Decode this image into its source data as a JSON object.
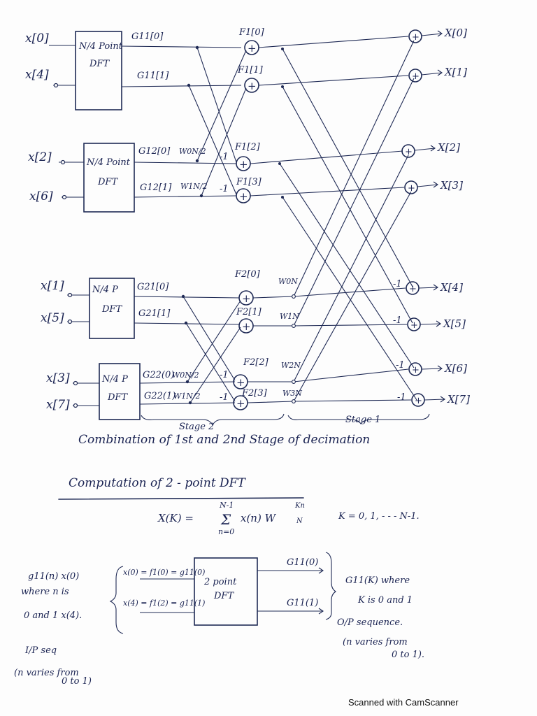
{
  "fft_diagram": {
    "inputs": [
      "x[0]",
      "x[4]",
      "x[2]",
      "x[6]",
      "x[1]",
      "x[5]",
      "x[3]",
      "x[7]"
    ],
    "dft_blocks": [
      {
        "line1": "N/4 Point",
        "line2": "DFT"
      },
      {
        "line1": "N/4 Point",
        "line2": "DFT"
      },
      {
        "line1": "N/4 P",
        "line2": "DFT"
      },
      {
        "line1": "N/4 P",
        "line2": "DFT"
      }
    ],
    "g_labels": [
      "G11[0]",
      "G11[1]",
      "G12[0]",
      "G12[1]",
      "G21[0]",
      "G21[1]",
      "G22(0)",
      "G22(1)"
    ],
    "stage2_twiddles": [
      "W0N/2",
      "W1N/2",
      "W0N/2",
      "W1N/2"
    ],
    "f_labels": [
      "F1[0]",
      "F1[1]",
      "F1[2]",
      "F1[3]",
      "F2[0]",
      "F2[1]",
      "F2[2]",
      "F2[3]"
    ],
    "stage1_twiddles": [
      "W0N",
      "W1N",
      "W2N",
      "W3N"
    ],
    "minus_one": "-1",
    "plus": "+",
    "outputs": [
      "X[0]",
      "X[1]",
      "X[2]",
      "X[3]",
      "X[4]",
      "X[5]",
      "X[6]",
      "X[7]"
    ],
    "stage2_label": "Stage 2",
    "stage1_label": "Stage 1",
    "caption": "Combination of 1st and 2nd Stage of decimation"
  },
  "two_point": {
    "title": "Computation of 2 - point DFT",
    "formula_lhs": "X(K) =",
    "sum_upper": "N-1",
    "sum_lower": "n=0",
    "sum_symbol": "Σ",
    "formula_term": "x(n) W",
    "exp_kn": "Kn",
    "sub_n": "N",
    "formula_range": "K = 0, 1, - - - N-1.",
    "left_note": [
      "g11(n)   x(0)",
      "where n is",
      "0 and 1  x(4).",
      "I/P seq",
      "(n varies from",
      "0 to 1)"
    ],
    "input_eq_top": "x(0) = f1(0) = g11(0)",
    "input_eq_bottom": "x(4) = f1(2) = g11(1)",
    "block_line1": "2 point",
    "block_line2": "DFT",
    "out_top": "G11(0)",
    "out_bottom": "G11(1)",
    "right_note": [
      "G11(K) where",
      "K is 0 and 1",
      "O/P sequence.",
      "(n varies from",
      "0 to 1)."
    ]
  },
  "footer": "Scanned with CamScanner"
}
